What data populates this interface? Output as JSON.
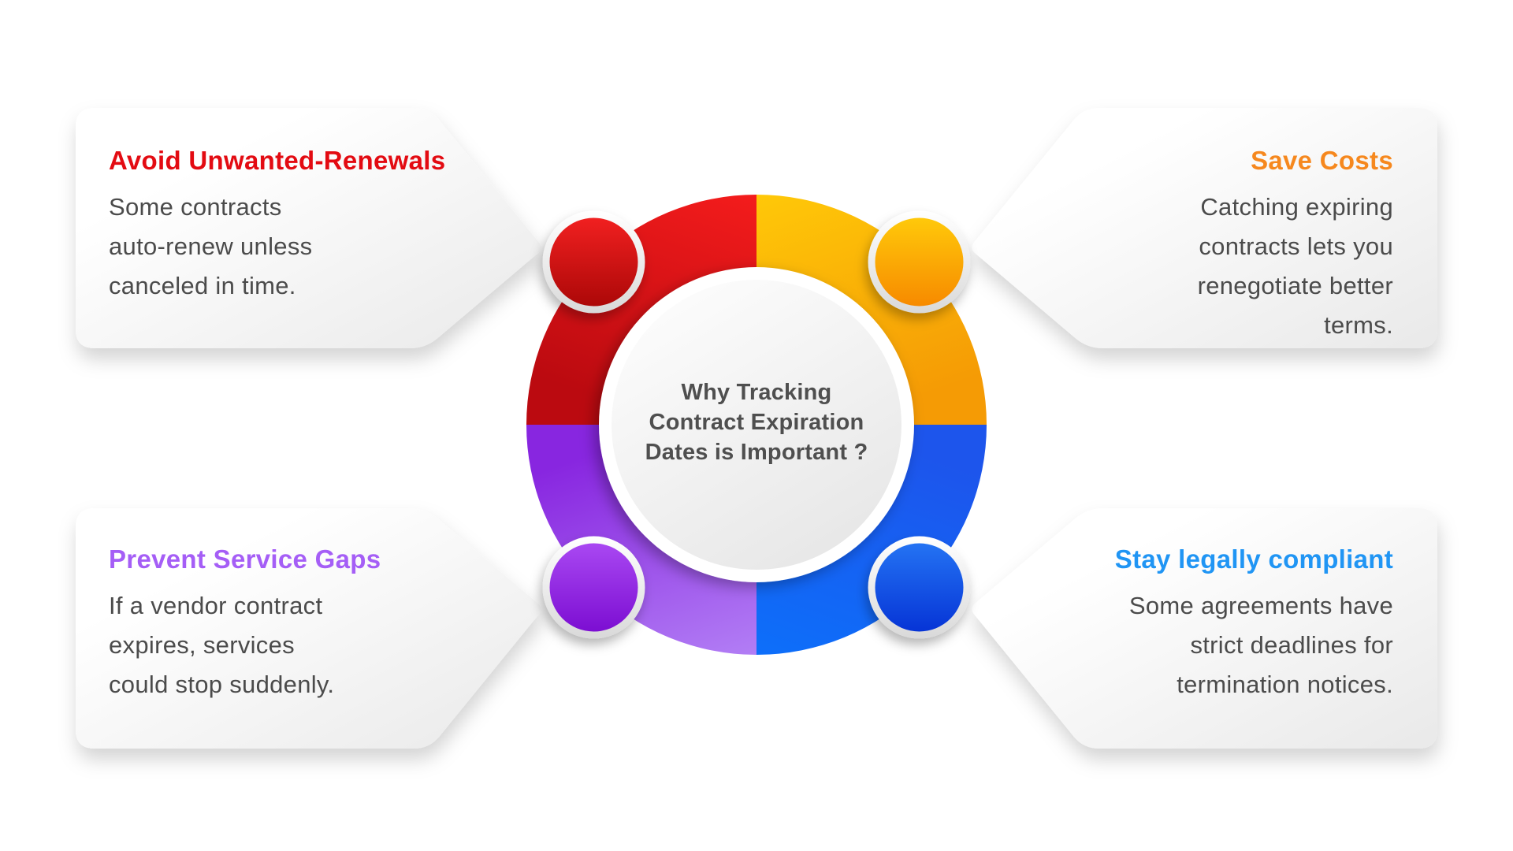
{
  "canvas": {
    "background": "#ffffff"
  },
  "center": {
    "title": "Why Tracking\nContract Expiration\nDates is Important ?",
    "title_color": "#4f4f4f"
  },
  "cards": [
    {
      "position": "top-left",
      "title": "Avoid Unwanted-Renewals",
      "title_color": "#e30b12",
      "body": "Some contracts\nauto-renew unless\ncanceled in time.",
      "text_align": "left",
      "accent": "red"
    },
    {
      "position": "top-right",
      "title": "Save Costs",
      "title_color": "#f6881e",
      "body": "Catching expiring\ncontracts lets you\nrenegotiate better\nterms.",
      "text_align": "right",
      "accent": "orange"
    },
    {
      "position": "bottom-left",
      "title": "Prevent Service Gaps",
      "title_color": "#a55ef6",
      "body": "If a vendor contract\nexpires, services\ncould stop suddenly.",
      "text_align": "left",
      "accent": "purple"
    },
    {
      "position": "bottom-right",
      "title": "Stay legally compliant",
      "title_color": "#2095f4",
      "body": "Some agreements have\nstrict deadlines for\ntermination notices.",
      "text_align": "right",
      "accent": "blue"
    }
  ],
  "body_text_color": "#4b4b4b",
  "ring": {
    "segments": [
      {
        "name": "red",
        "color_from": "#f41c1c",
        "color_to": "#bb0a10"
      },
      {
        "name": "yellow",
        "color_from": "#ffc808",
        "color_to": "#f59b05"
      },
      {
        "name": "blue",
        "color_from": "#1d55ec",
        "color_to": "#0d6ffa"
      },
      {
        "name": "purple",
        "color_from": "#8826e0",
        "color_to": "#b27ef5"
      }
    ]
  },
  "badges": [
    {
      "name": "red",
      "color_from": "#f12020",
      "color_to": "#ac0808"
    },
    {
      "name": "orange",
      "color_from": "#ffc90a",
      "color_to": "#f78a00"
    },
    {
      "name": "purple",
      "color_from": "#a948f2",
      "color_to": "#7c0ed2"
    },
    {
      "name": "blue",
      "color_from": "#2473f3",
      "color_to": "#0634d6"
    }
  ],
  "card_style": {
    "surface_from": "#ffffff",
    "surface_to": "#e9e9e9"
  },
  "disc": {
    "rim": "#ffffff",
    "surface_from": "#fdfdfd",
    "surface_to": "#e6e6e6"
  }
}
